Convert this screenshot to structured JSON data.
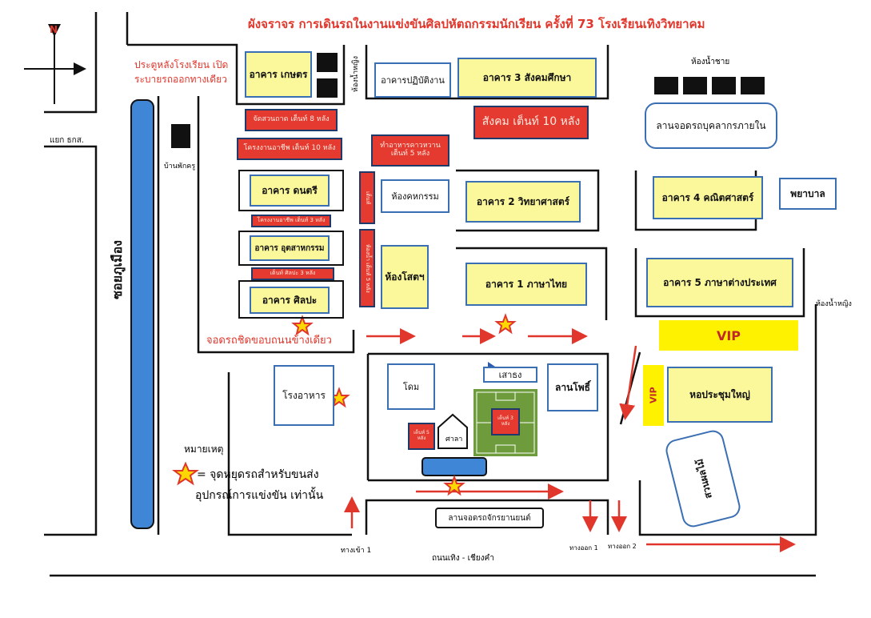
{
  "title": "ผังจราจร การเดินรถในงานแข่งขันศิลปหัตถกรรมนักเรียน ครั้งที่ 73 โรงเรียนเทิงวิทยาคม",
  "compass": {
    "north": "N"
  },
  "back_gate": {
    "line1": "ประตูหลังโรงเรียน เปิด",
    "line2": "ระบายรถออกทางเดียว"
  },
  "roads": {
    "left_junction": "แยก ธกส.",
    "main_vertical": "ซอยภูเมือง",
    "bottom_road": "ถนนเทิง - เชียงคำ",
    "entrance_1": "ทางเข้า 1",
    "exit_1": "ทางออก 1",
    "exit_2": "ทางออก 2"
  },
  "parking_note": "จอดรถชิดขอบถนนข้างเดียว",
  "buildings": {
    "kaset": "อาคาร เกษตร",
    "women_toilet_top": "ห้องน้ำหญิง",
    "practice": "อาคารปฏิบัติงาน",
    "b3": "อาคาร 3 สังคมศึกษา",
    "men_toilet": "ห้องน้ำชาย",
    "staff_parking": "ลานจอดรถบุคลากรภายใน",
    "teacher_house": "บ้านพักครู",
    "dontri": "อาคาร ดนตรี",
    "khahakam": "ห้องคหกรรม",
    "b2": "อาคาร 2 วิทยาศาสตร์",
    "b4": "อาคาร 4 คณิตศาสตร์",
    "nurse": "พยาบาล",
    "udsahakam": "อาคาร อุตสาหกรรม",
    "sotto": "ห้องโสตฯ",
    "b1": "อาคาร 1 ภาษาไทย",
    "b5": "อาคาร 5 ภาษาต่างประเทศ",
    "women_toilet_right": "ห้องน้ำหญิง",
    "silpa": "อาคาร ศิลปะ",
    "canteen": "โรงอาหาร",
    "dome": "โดม",
    "flagpole": "เสาธง",
    "pho_yard": "ลานโพธิ์",
    "sala": "ศาลา",
    "hall": "หอประชุมใหญ่",
    "orchard": "สวนผลไม้",
    "moto_parking": "ลานจอดรถจักรยานยนต์"
  },
  "tents": {
    "t1": "จัดสวนถาด เต็นท์ 8 หลัง",
    "t2": "โครงงานอาชีพ เต็นท์ 10 หลัง",
    "t3": "ทำอาหารคาวหวาน เต็นท์ 5 หลัง",
    "t4": "สังคม เต็นท์ 10 หลัง",
    "t5": "โครงงานอาชีพ เต็นท์ 3 หลัง",
    "t6": "เต็นท์ ศิลปะ 3 หลัง",
    "t7": "เต็นท์",
    "t8": "ห้องน้ำ เต็นท์ 5 หลัง",
    "t9": "เต็นท์ 3 หลัง",
    "t10": "เต็นท์ 5 หลัง"
  },
  "vip": {
    "big": "VIP",
    "small": "VIP"
  },
  "legend": {
    "title": "หมายเหตุ",
    "line1": "= จุดหยุดรถสำหรับขนส่ง",
    "line2": "อุปกรณ์การแข่งขัน เท่านั้น"
  },
  "colors": {
    "road": "#111111",
    "arrow": "#e0362b",
    "title": "#e0362b",
    "building_fill": "#fbf89b",
    "building_border": "#3b6fb3",
    "tent": "#e43a2f",
    "vip": "#fff200",
    "river": "#3f86d6",
    "field": "#6e9b3b"
  }
}
